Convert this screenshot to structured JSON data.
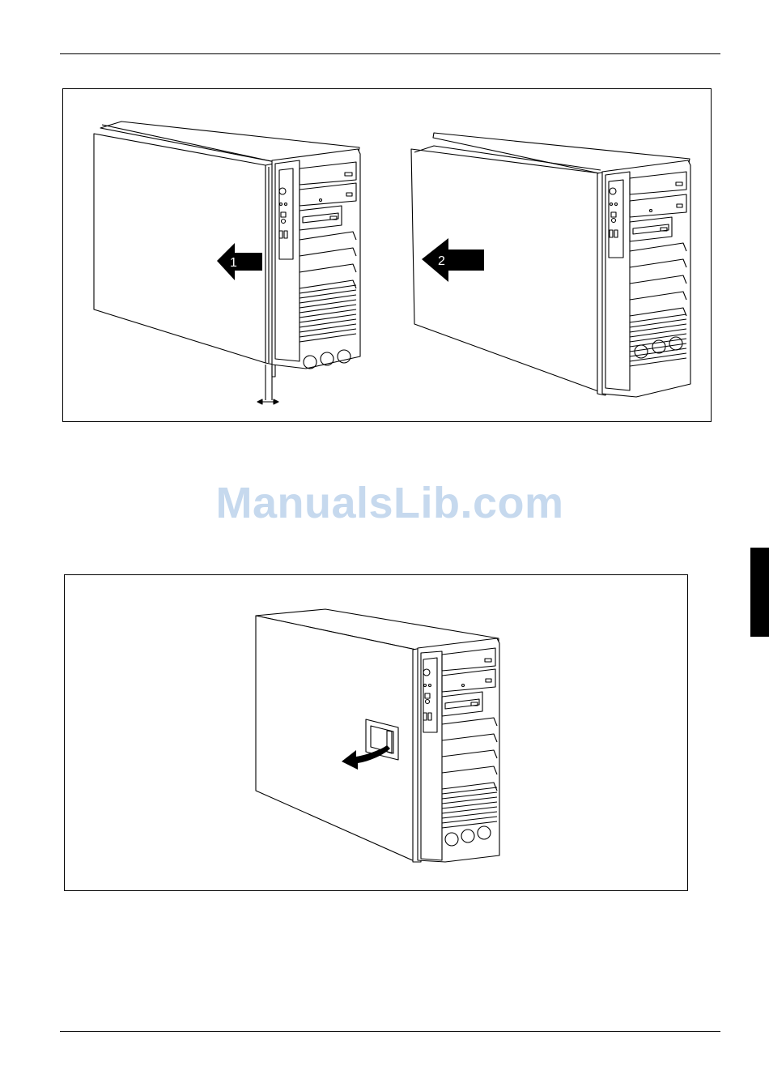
{
  "watermark": {
    "text": "ManualsLib.com",
    "color": "#c6d9ee"
  },
  "figure_top": {
    "steps": [
      {
        "number": "1",
        "direction": "left"
      },
      {
        "number": "2",
        "direction": "left"
      }
    ],
    "icons": [
      "pc-tower-side-panel-partially-removed-icon",
      "pc-tower-side-panel-lifted-icon",
      "double-arrow-gap-icon"
    ]
  },
  "figure_bottom": {
    "icons": [
      "pc-tower-closed-icon",
      "curved-arrow-handle-icon"
    ]
  },
  "colors": {
    "ink": "#000000",
    "panel": "#f2f2f2",
    "arrow": "#000000"
  }
}
